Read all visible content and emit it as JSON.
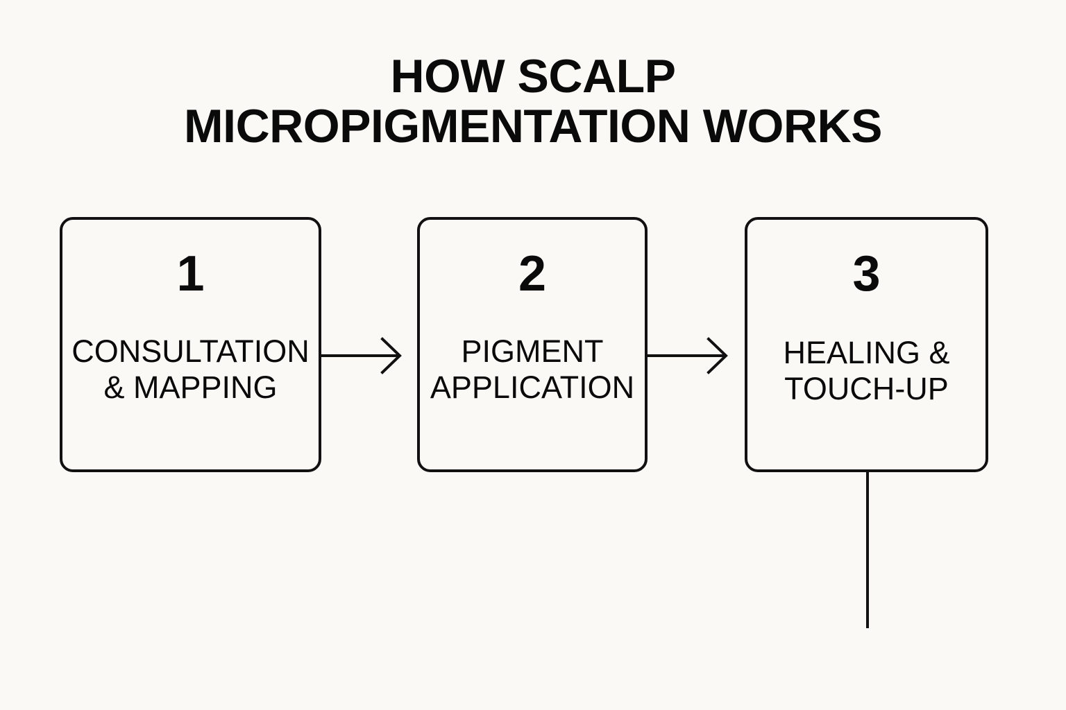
{
  "page": {
    "background_color": "#faf9f6",
    "ink_color": "#0a0a0a",
    "title_line_1": "HOW SCALP",
    "title_line_2": "MICROPIGMENTATION WORKS"
  },
  "steps": [
    {
      "number": "1",
      "label": "CONSULTATION\n& MAPPING",
      "label_line_1": "CONSULTATION",
      "label_line_2": "& MAPPING"
    },
    {
      "number": "2",
      "label": "PIGMENT\nAPPLICATION",
      "label_line_1": "PIGMENT",
      "label_line_2": "APPLICATION"
    },
    {
      "number": "3",
      "label": "HEALING &\nTOUCH-UP",
      "label_line_1": "HEALING &",
      "label_line_2": "TOUCH-UP"
    }
  ],
  "connectors": [
    {
      "name": "arrow-step-1-to-2",
      "direction": "right"
    },
    {
      "name": "arrow-step-2-to-3",
      "direction": "right"
    },
    {
      "name": "drop-line-from-step-3",
      "direction": "down"
    }
  ]
}
